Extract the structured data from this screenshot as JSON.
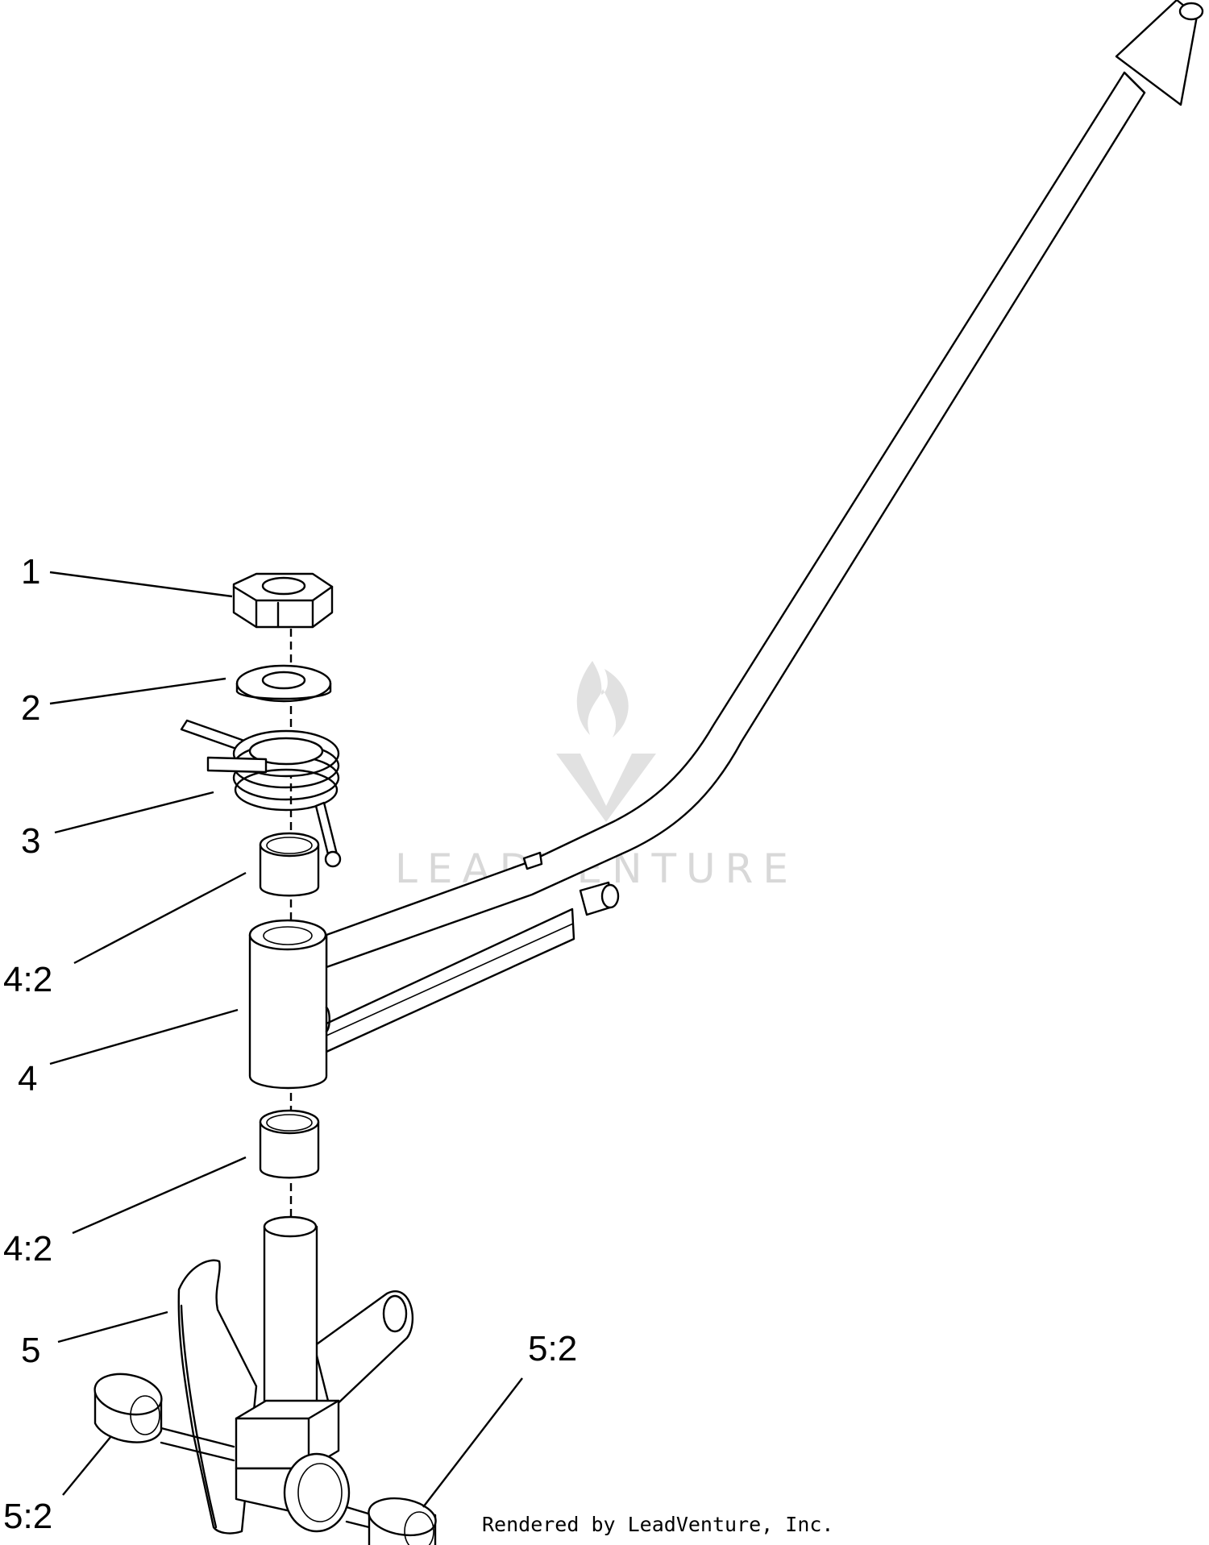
{
  "callouts": [
    {
      "id": "1",
      "label": "1"
    },
    {
      "id": "2",
      "label": "2"
    },
    {
      "id": "3",
      "label": "3"
    },
    {
      "id": "4-2-upper",
      "label": "4:2"
    },
    {
      "id": "4",
      "label": "4"
    },
    {
      "id": "4-2-lower",
      "label": "4:2"
    },
    {
      "id": "5",
      "label": "5"
    },
    {
      "id": "5-2-left",
      "label": "5:2"
    },
    {
      "id": "5-2-right",
      "label": "5:2"
    }
  ],
  "watermark": {
    "text": "LEADVENTURE",
    "color": "#d4d4d4"
  },
  "credit": "Rendered by LeadVenture, Inc.",
  "colors": {
    "line": "#000000",
    "background": "#ffffff"
  }
}
